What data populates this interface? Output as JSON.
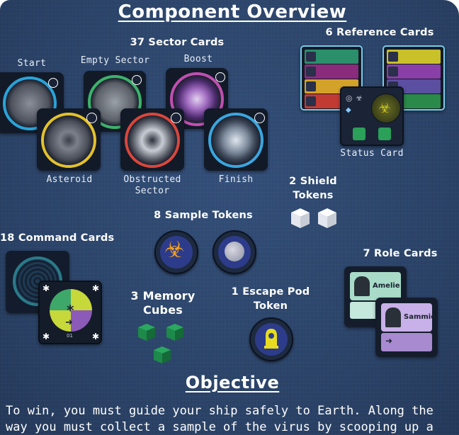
{
  "page": {
    "title": "Component Overview",
    "objective_heading": "Objective",
    "objective_text_line1": "To win, you must guide your ship safely to Earth. Along the",
    "objective_text_line2": "way you must collect a sample of the virus by scooping up a"
  },
  "sector_cards": {
    "heading": "37 Sector Cards",
    "labels": {
      "start": "Start",
      "empty": "Empty Sector",
      "boost": "Boost",
      "asteroid": "Asteroid",
      "obstructed_line1": "Obstructed",
      "obstructed_line2": "Sector",
      "finish": "Finish"
    }
  },
  "reference_cards": {
    "heading": "6 Reference Cards",
    "status_label": "Status Card"
  },
  "shield_tokens": {
    "heading_line1": "2 Shield",
    "heading_line2": "Tokens"
  },
  "sample_tokens": {
    "heading": "8 Sample Tokens"
  },
  "command_cards": {
    "heading": "18 Command Cards",
    "card_number": "01"
  },
  "memory_cubes": {
    "heading_line1": "3 Memory",
    "heading_line2": "Cubes"
  },
  "escape_pod": {
    "heading_line1": "1 Escape Pod",
    "heading_line2": "Token"
  },
  "role_cards": {
    "heading": "7 Role Cards",
    "names": {
      "first": "Amelie",
      "second": "Sammie"
    }
  },
  "colors": {
    "background": "#2c4469",
    "sector_start": "#2aa3d8",
    "sector_empty": "#3db36b",
    "sector_boost": "#c04fb0",
    "sector_asteroid": "#e3c12c",
    "sector_obstructed": "#d9473c",
    "sector_finish": "#3aa6e0",
    "sample_token": "#2d3c8a",
    "memory_cube": "#1d8a4a",
    "escape_pod_yellow": "#e8dc20"
  }
}
